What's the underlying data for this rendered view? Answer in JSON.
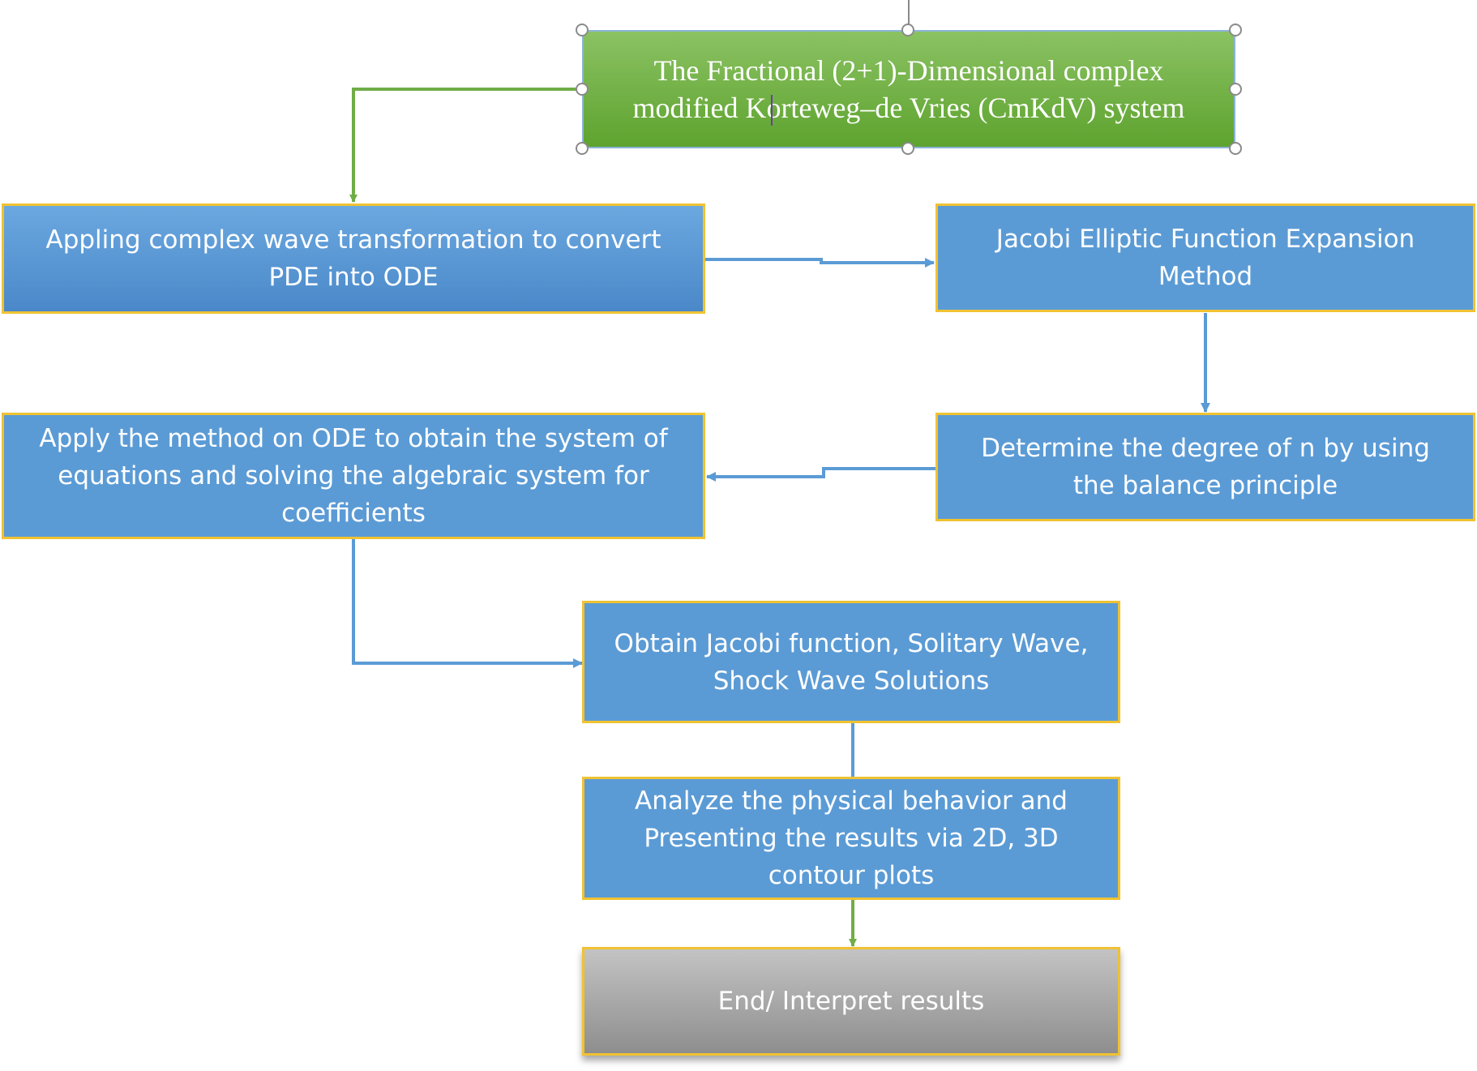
{
  "diagram": {
    "nodes": [
      {
        "id": "title",
        "text": "The Fractional (2+1)-Dimensional complex modified Korteweg–de Vries (CmKdV) system"
      },
      {
        "id": "wave_transform",
        "text": "Appling complex wave transformation to convert PDE into ODE"
      },
      {
        "id": "jacobi_method",
        "text": "Jacobi Elliptic Function Expansion Method"
      },
      {
        "id": "balance",
        "text": "Determine the degree of n by using the balance principle"
      },
      {
        "id": "apply_method",
        "text": "Apply the method on ODE to obtain the system of equations and solving the algebraic system for coefficients"
      },
      {
        "id": "solutions",
        "text": "Obtain Jacobi function, Solitary Wave, Shock Wave Solutions"
      },
      {
        "id": "analyze",
        "text": "Analyze the physical behavior and Presenting the results via 2D, 3D contour plots"
      },
      {
        "id": "end",
        "text": "End/ Interpret results"
      }
    ],
    "edges": [
      {
        "from": "title",
        "to": "wave_transform"
      },
      {
        "from": "wave_transform",
        "to": "jacobi_method"
      },
      {
        "from": "jacobi_method",
        "to": "balance"
      },
      {
        "from": "balance",
        "to": "apply_method"
      },
      {
        "from": "apply_method",
        "to": "solutions"
      },
      {
        "from": "solutions",
        "to": "analyze"
      },
      {
        "from": "analyze",
        "to": "end"
      }
    ],
    "colors": {
      "green_node": "#70ad47",
      "blue_node": "#5b9bd5",
      "gray_node": "#a5a5a5",
      "node_border": "#f0c232",
      "green_arrow": "#70ad47",
      "blue_arrow": "#5b9bd5"
    }
  }
}
